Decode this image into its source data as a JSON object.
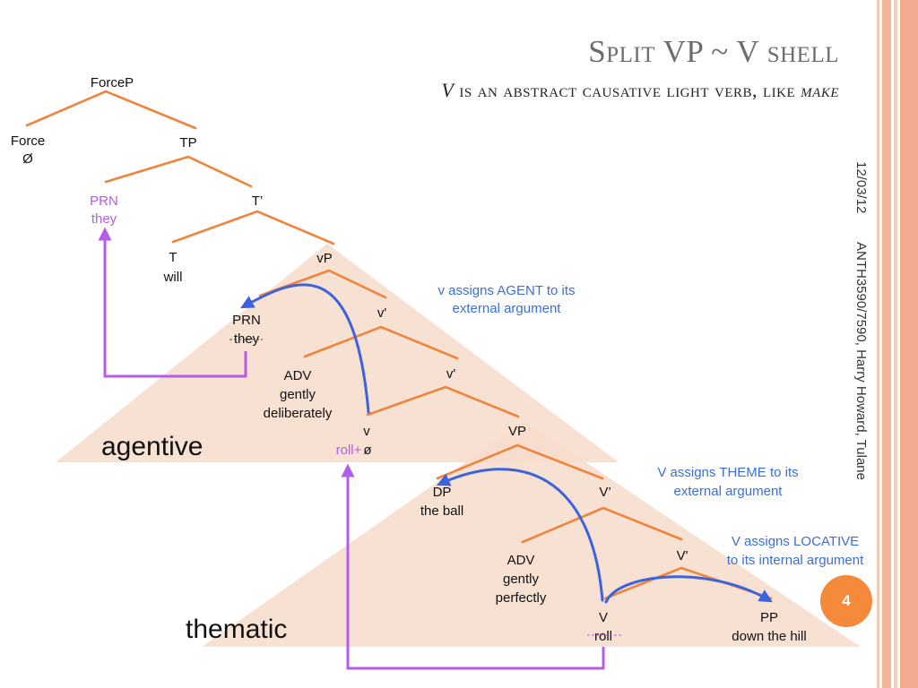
{
  "slide": {
    "title": "Split VP ~ V shell",
    "subtitle_italic_1": "V",
    "subtitle_middle": " is an abstract causative light verb, like ",
    "subtitle_italic_2": "make",
    "date": "12/03/12",
    "footer": "ANTH3590/7590, Harry Howard, Tulane",
    "page_number": "4"
  },
  "colors": {
    "branch": "#f0843c",
    "theta_arc": "#3c63dd",
    "movement": "#b55ce8",
    "triangle": "#f6dccb",
    "badge": "#f58a3b"
  },
  "tree": {
    "forcep": "ForceP",
    "force": "Force",
    "force_null": "Ø",
    "tp": "TP",
    "prn_moved": "PRN",
    "they_moved": "they",
    "tbar": "T’",
    "t": "T",
    "will": "will",
    "vp_little": "vP",
    "prn": "PRN",
    "they_trace": "they",
    "vbar1": "v'",
    "adv1": "ADV",
    "gently1": "gently",
    "deliberately": "deliberately",
    "vbar2": "v'",
    "v_little": "v",
    "roll_plus": "roll+",
    "null_v": "ø",
    "vp_big": "VP",
    "dp": "DP",
    "the_ball": "the ball",
    "vbar_big1": "V’",
    "adv2": "ADV",
    "gently2": "gently",
    "perfectly": "perfectly",
    "vbar_big2": "V'",
    "v_big": "V",
    "roll_trace": "roll",
    "pp": "PP",
    "down_the_hill": "down the hill"
  },
  "annotations": {
    "agent_1": "v assigns AGENT to its",
    "agent_2": "external argument",
    "theme_1": "V assigns THEME to its",
    "theme_2": "external argument",
    "loc_1": "V  assigns LOCATIVE",
    "loc_2": "to its internal argument"
  },
  "regions": {
    "agentive": "agentive",
    "thematic": "thematic"
  }
}
